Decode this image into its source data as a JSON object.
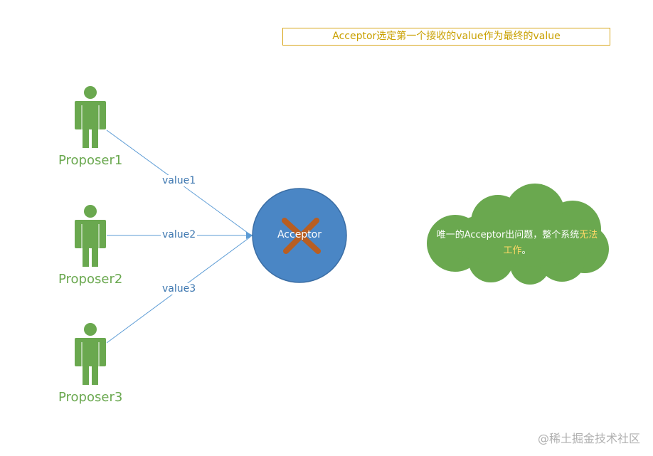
{
  "title": "Acceptor选定第一个接收的value作为最终的value",
  "proposers": [
    {
      "label": "Proposer1",
      "value_label": "value1"
    },
    {
      "label": "Proposer2",
      "value_label": "value2"
    },
    {
      "label": "Proposer3",
      "value_label": "value3"
    }
  ],
  "acceptor": {
    "label": "Acceptor",
    "status": "failed"
  },
  "cloud": {
    "text_prefix": "唯一的Acceptor出问题，整个系统",
    "text_highlight": "无法工作",
    "text_suffix": "。"
  },
  "watermark": "@稀土掘金技术社区",
  "colors": {
    "person": "#6aa84f",
    "acceptor": "#4a86c5",
    "acceptor_border": "#3b6ea5",
    "edge": "#5b9bd5",
    "cross": "#c55a11",
    "cloud": "#6aa84f",
    "title": "#c9a000",
    "highlight": "#ffd966"
  },
  "icons": {
    "person": "person-icon",
    "cross": "cross-icon",
    "cloud": "cloud-shape"
  }
}
